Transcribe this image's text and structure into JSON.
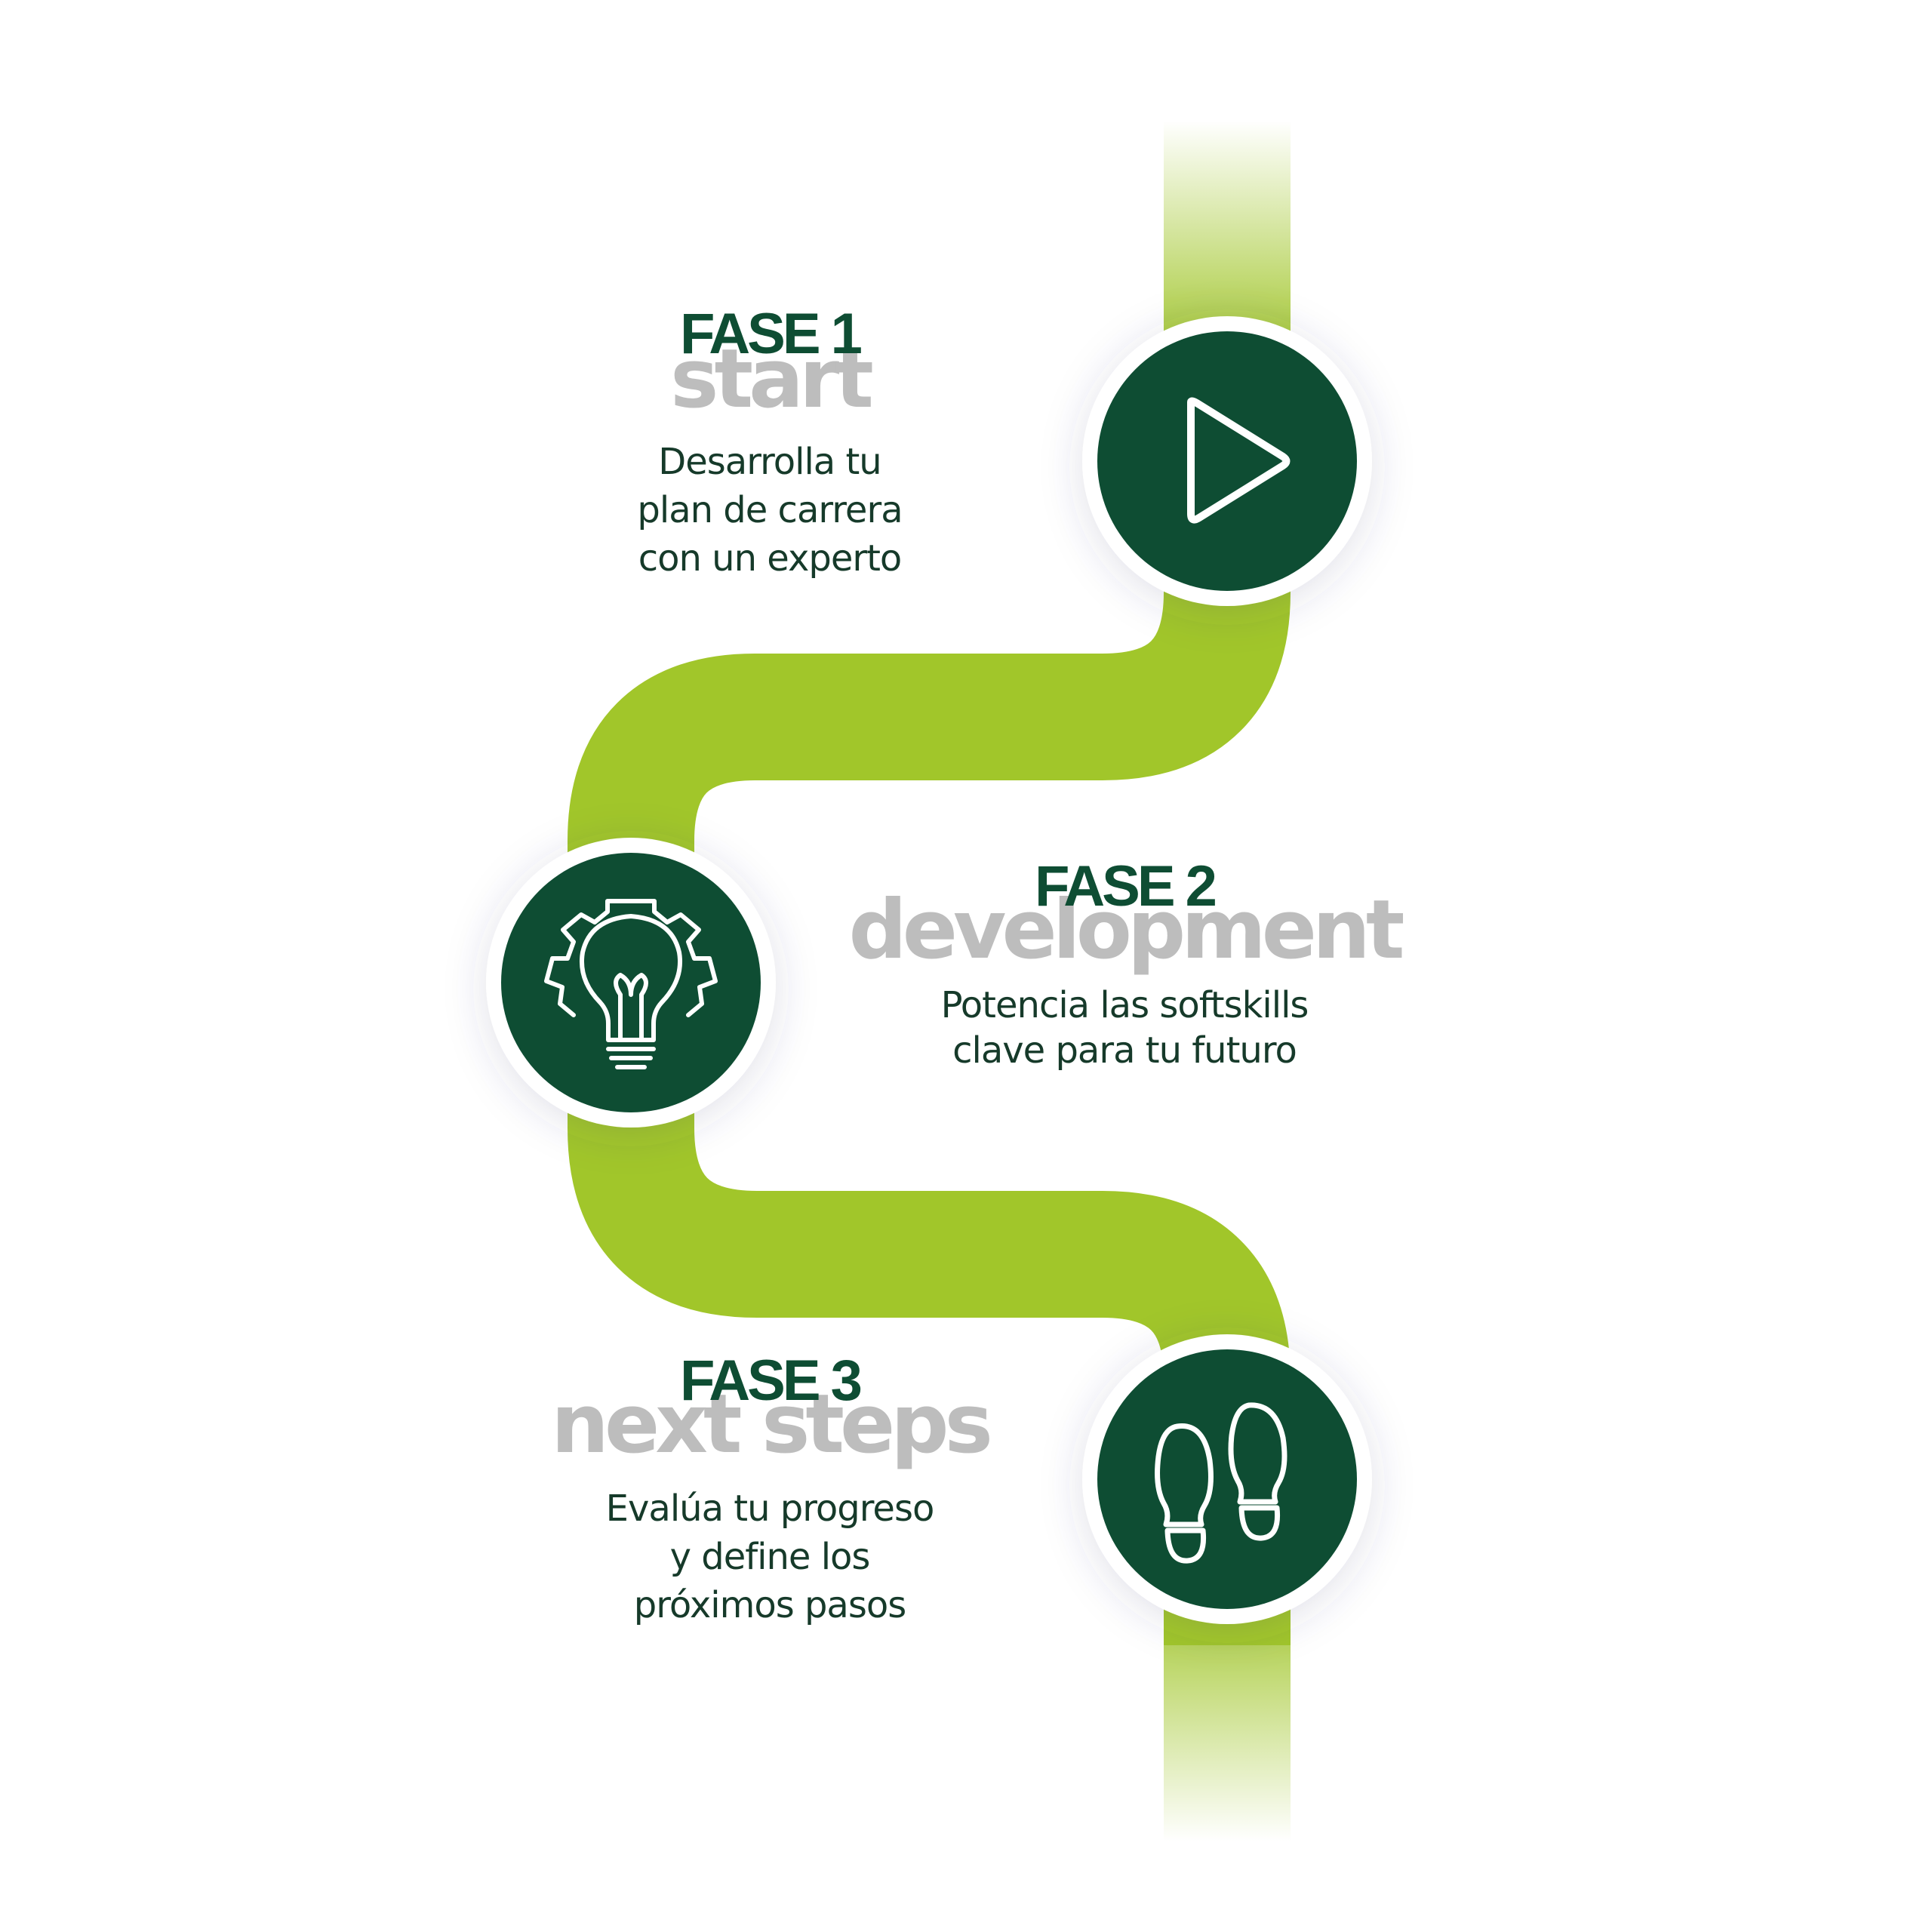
{
  "colors": {
    "path": "#a1c62a",
    "circle": "#0e4d33",
    "ring": "#ffffff",
    "label": "#0e4d33",
    "name": "#bdbdbd",
    "text": "#163a2a"
  },
  "phases": [
    {
      "label": "FASE 1",
      "name": "start",
      "lines": [
        "Desarrolla tu",
        "plan de carrera",
        "con un experto"
      ],
      "icon": "play-icon"
    },
    {
      "label": "FASE 2",
      "name": "development",
      "lines": [
        "Potencia las softskills",
        "clave para tu futuro"
      ],
      "icon": "lightbulb-gear-icon"
    },
    {
      "label": "FASE 3",
      "name": "next steps",
      "lines": [
        "Evalúa tu progreso",
        "y define los",
        "próximos pasos"
      ],
      "icon": "footprints-icon"
    }
  ]
}
